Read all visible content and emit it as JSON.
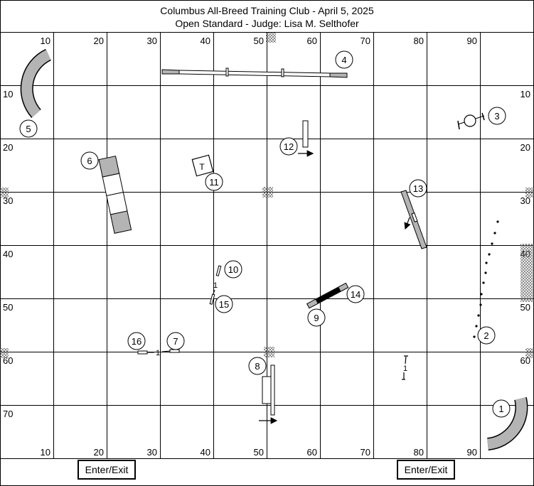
{
  "header": {
    "title": "Columbus All-Breed Training Club - April 5, 2025",
    "subtitle": "Open Standard - Judge: Lisa M. Selthofer"
  },
  "grid": {
    "top_labels": [
      "10",
      "20",
      "30",
      "40",
      "50",
      "60",
      "70",
      "80",
      "90"
    ],
    "bottom_labels": [
      "10",
      "20",
      "30",
      "40",
      "50",
      "60",
      "70",
      "80",
      "90"
    ],
    "left_labels": [
      "10",
      "20",
      "30",
      "40",
      "50",
      "60",
      "70"
    ],
    "right_labels": [
      "10",
      "20",
      "30",
      "40",
      "50",
      "60"
    ]
  },
  "buttons": {
    "enter_exit_left": "Enter/Exit",
    "enter_exit_right": "Enter/Exit"
  },
  "obstacles": {
    "n1": "1",
    "n2": "2",
    "n3": "3",
    "n4": "4",
    "n5": "5",
    "n6": "6",
    "n7": "7",
    "n8": "8",
    "n9": "9",
    "n10": "10",
    "n11": "11",
    "n12": "12",
    "n13": "13",
    "n14": "14",
    "n15": "15",
    "n16": "16"
  },
  "marks": {
    "table_label": "T",
    "jump_1": "1",
    "jump_2": "1",
    "jump_3": "1"
  },
  "colors": {
    "equipment_gray": "#b4b4b4",
    "line": "#000000",
    "background": "#ffffff"
  }
}
